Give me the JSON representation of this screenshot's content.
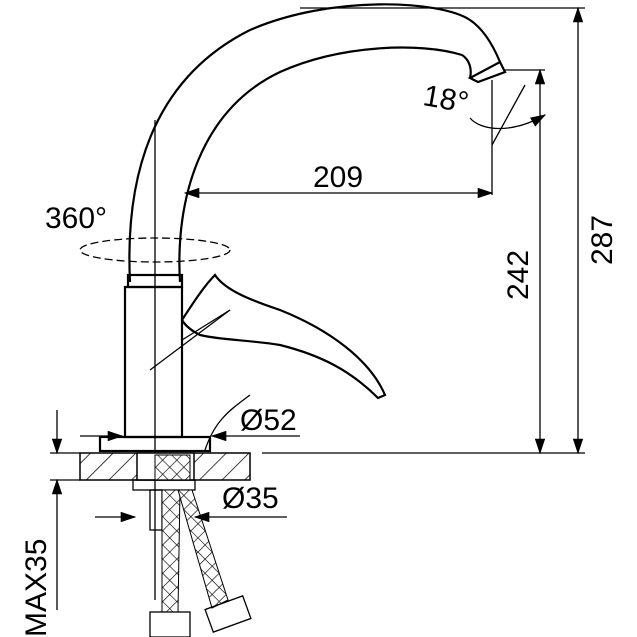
{
  "title": "Kitchen faucet dimension drawing",
  "dimensions": {
    "spout_angle": "18°",
    "spout_reach": "209",
    "rotation": "360°",
    "spout_height": "242",
    "total_height": "287",
    "base_diameter": "Ø52",
    "shank_diameter": "Ø35",
    "max_counter_thickness": "MAX35"
  },
  "colors": {
    "line": "#000000",
    "background": "#ffffff"
  }
}
